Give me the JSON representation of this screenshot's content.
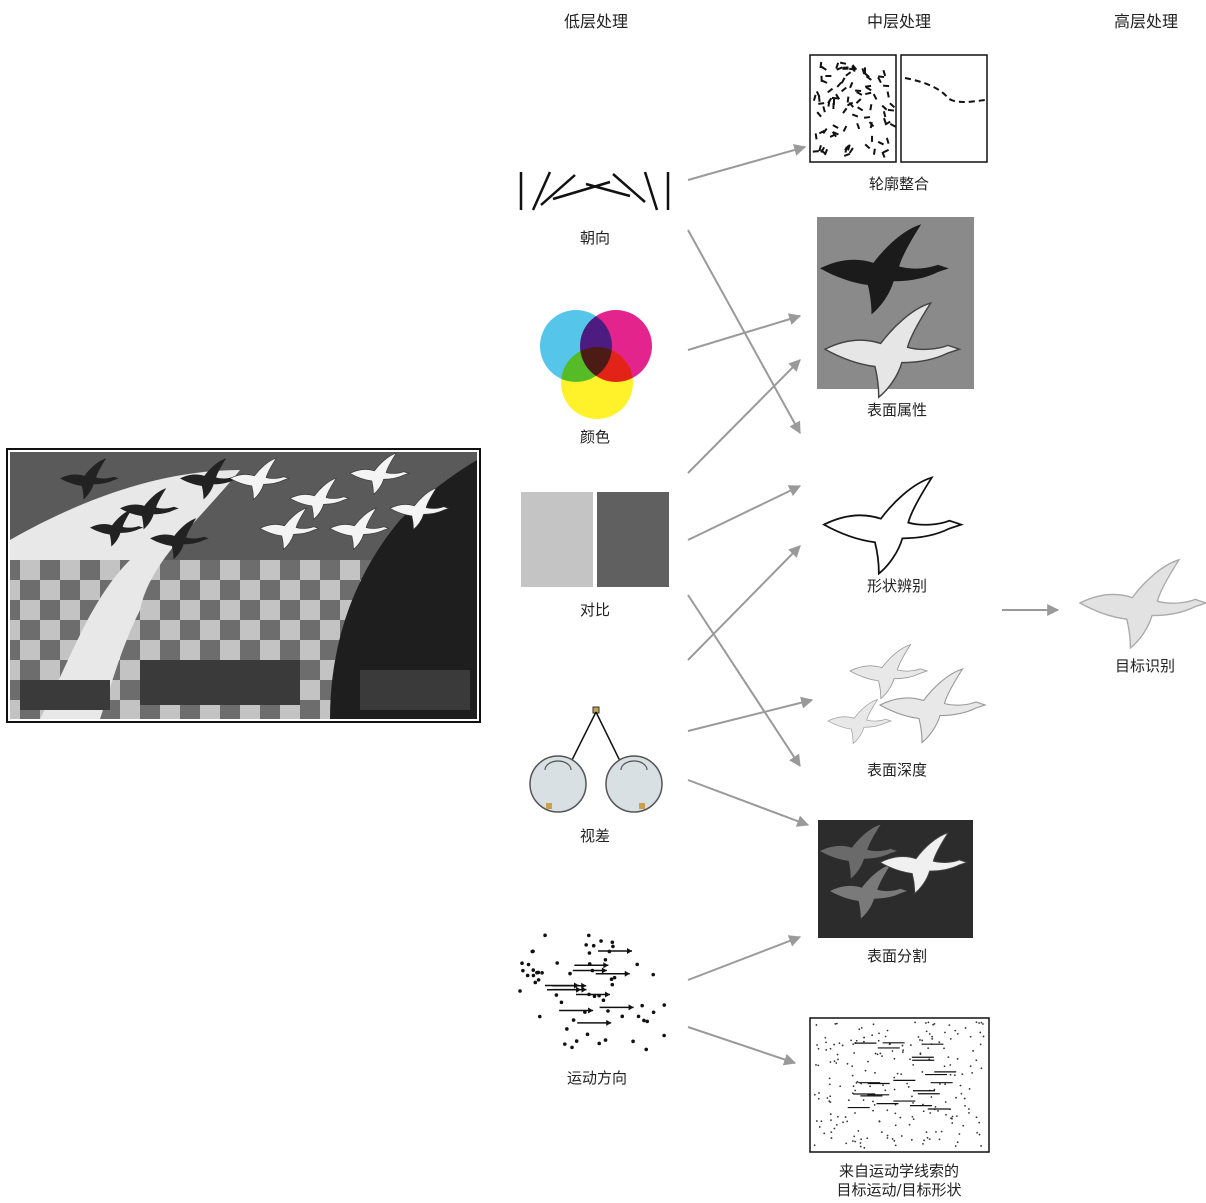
{
  "headers": {
    "low": "低层处理",
    "mid": "中层处理",
    "high": "高层处理"
  },
  "low_level": {
    "orientation": "朝向",
    "color": "颜色",
    "contrast": "对比",
    "disparity": "视差",
    "motion": "运动方向"
  },
  "mid_level": {
    "contour": "轮廓整合",
    "surface_props": "表面属性",
    "shape": "形状辨别",
    "depth": "表面深度",
    "segmentation": "表面分割",
    "motion_shape_line1": "来自运动学线索的",
    "motion_shape_line2": "目标运动/目标形状"
  },
  "high_level": {
    "recognition": "目标识别"
  },
  "colors": {
    "arrow": "#9a9a9a",
    "cyan": "#55c6ea",
    "magenta": "#e3248c",
    "yellow": "#fff22a",
    "contrast_light": "#c4c4c4",
    "contrast_dark": "#606060",
    "surface_bg": "#8a8a8a"
  }
}
